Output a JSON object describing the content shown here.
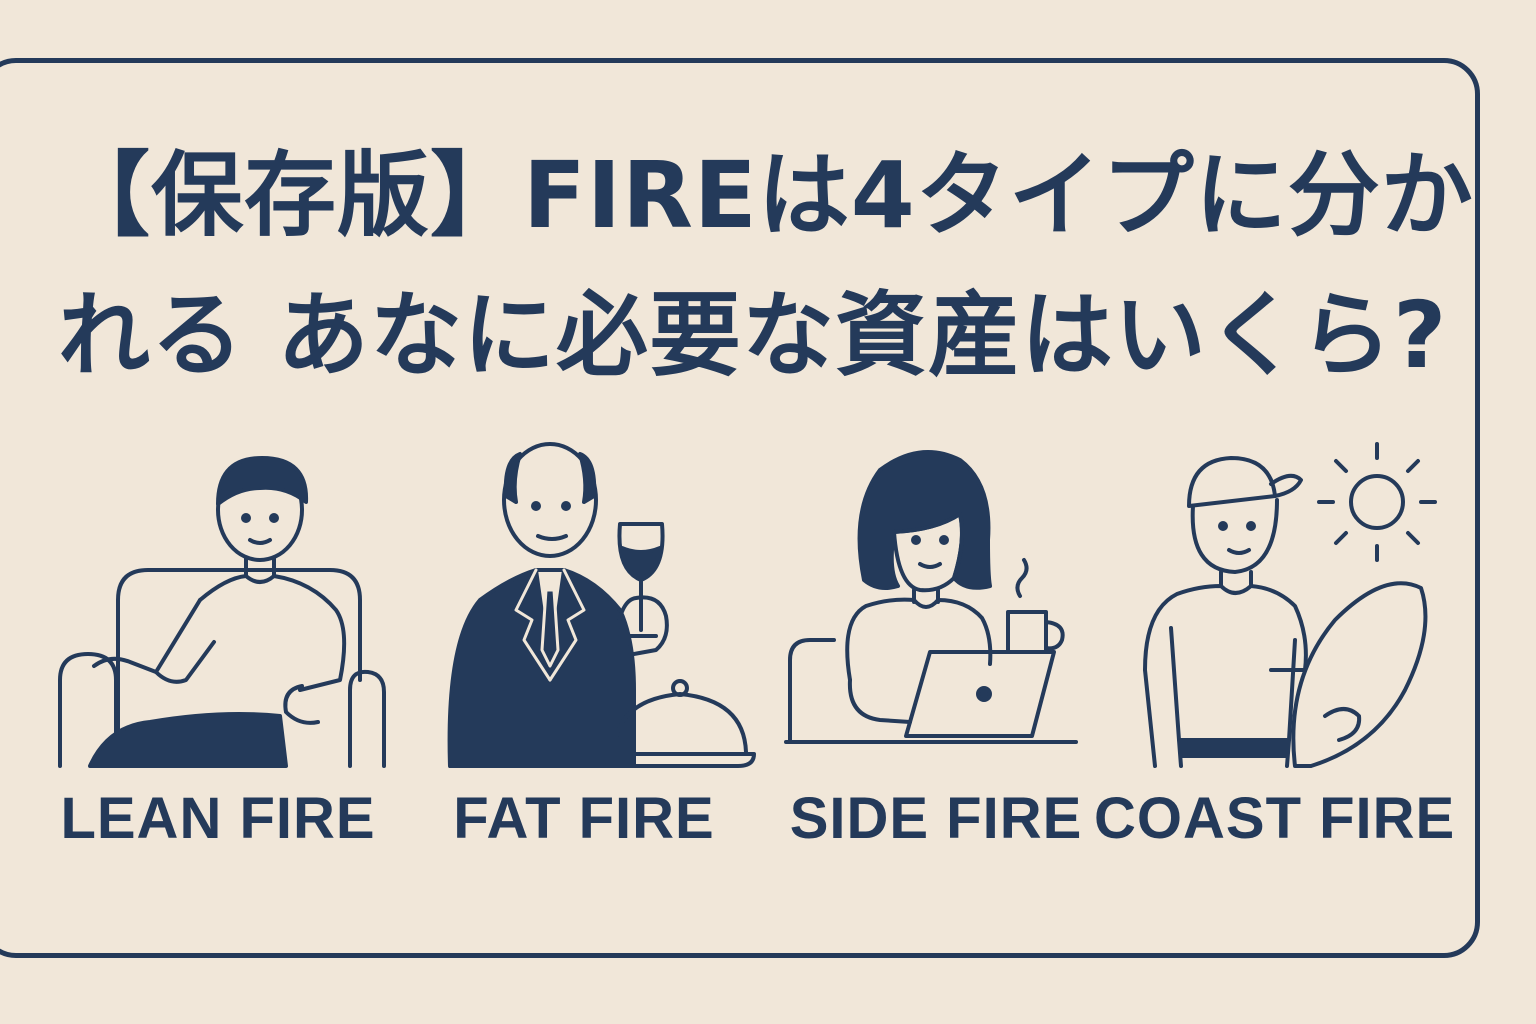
{
  "title": {
    "line1": "【保存版】FIREは4タイプに分か",
    "line2": "れる あなに必要な資産はいくら?"
  },
  "types": [
    {
      "label": "LEAN FIRE",
      "icon": "man-in-armchair-icon"
    },
    {
      "label": "FAT FIRE",
      "icon": "man-in-suit-with-wine-icon"
    },
    {
      "label": "SIDE FIRE",
      "icon": "woman-with-laptop-and-coffee-icon"
    },
    {
      "label": "COAST FIRE",
      "icon": "man-with-surfboard-and-sun-icon"
    }
  ],
  "colors": {
    "background": "#f1e7d9",
    "ink": "#243a5a"
  }
}
